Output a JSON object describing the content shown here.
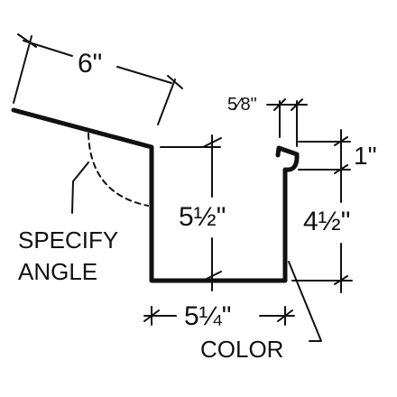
{
  "diagram": {
    "dimensions": {
      "run": "6\"",
      "lip_width": "5⁄8\"",
      "lip_height": "1\"",
      "inner_height": "5½\"",
      "outer_height": "4½\"",
      "base_width": "5¼\""
    },
    "notes": {
      "specify": "SPECIFY",
      "angle": "ANGLE",
      "color": "COLOR"
    },
    "colors": {
      "line": "#111111",
      "background": "#ffffff"
    }
  }
}
